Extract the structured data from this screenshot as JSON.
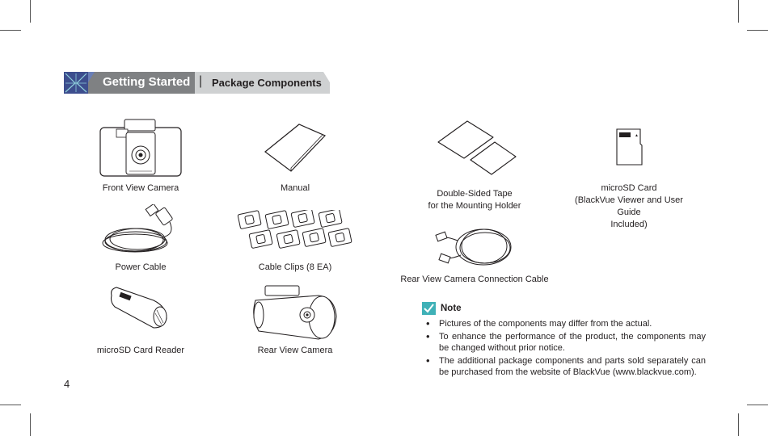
{
  "header": {
    "title": "Getting Started",
    "separator": "|",
    "subtitle": "Package Components",
    "colors": {
      "bar": "#7f8183",
      "logo": "#3d4e8e"
    }
  },
  "components": {
    "front_camera": "Front View Camera",
    "manual": "Manual",
    "tape": [
      "Double-Sided Tape",
      "for the Mounting Holder"
    ],
    "microsd": [
      "microSD Card",
      "(BlackVue Viewer and User Guide",
      "Included)"
    ],
    "power_cable": "Power Cable",
    "cable_clips": "Cable Clips (8 EA)",
    "rear_cable": "Rear View Camera Connection Cable",
    "card_reader": "microSD Card Reader",
    "rear_camera": "Rear View Camera"
  },
  "note": {
    "title": "Note",
    "icon": "checkmark-icon",
    "items": [
      "Pictures of the components may differ from the actual.",
      "To enhance the performance of the product, the components may be changed without prior notice.",
      "The additional package components and parts sold separately can be purchased from the website of BlackVue  (www.blackvue.com)."
    ]
  },
  "page_number": "4"
}
